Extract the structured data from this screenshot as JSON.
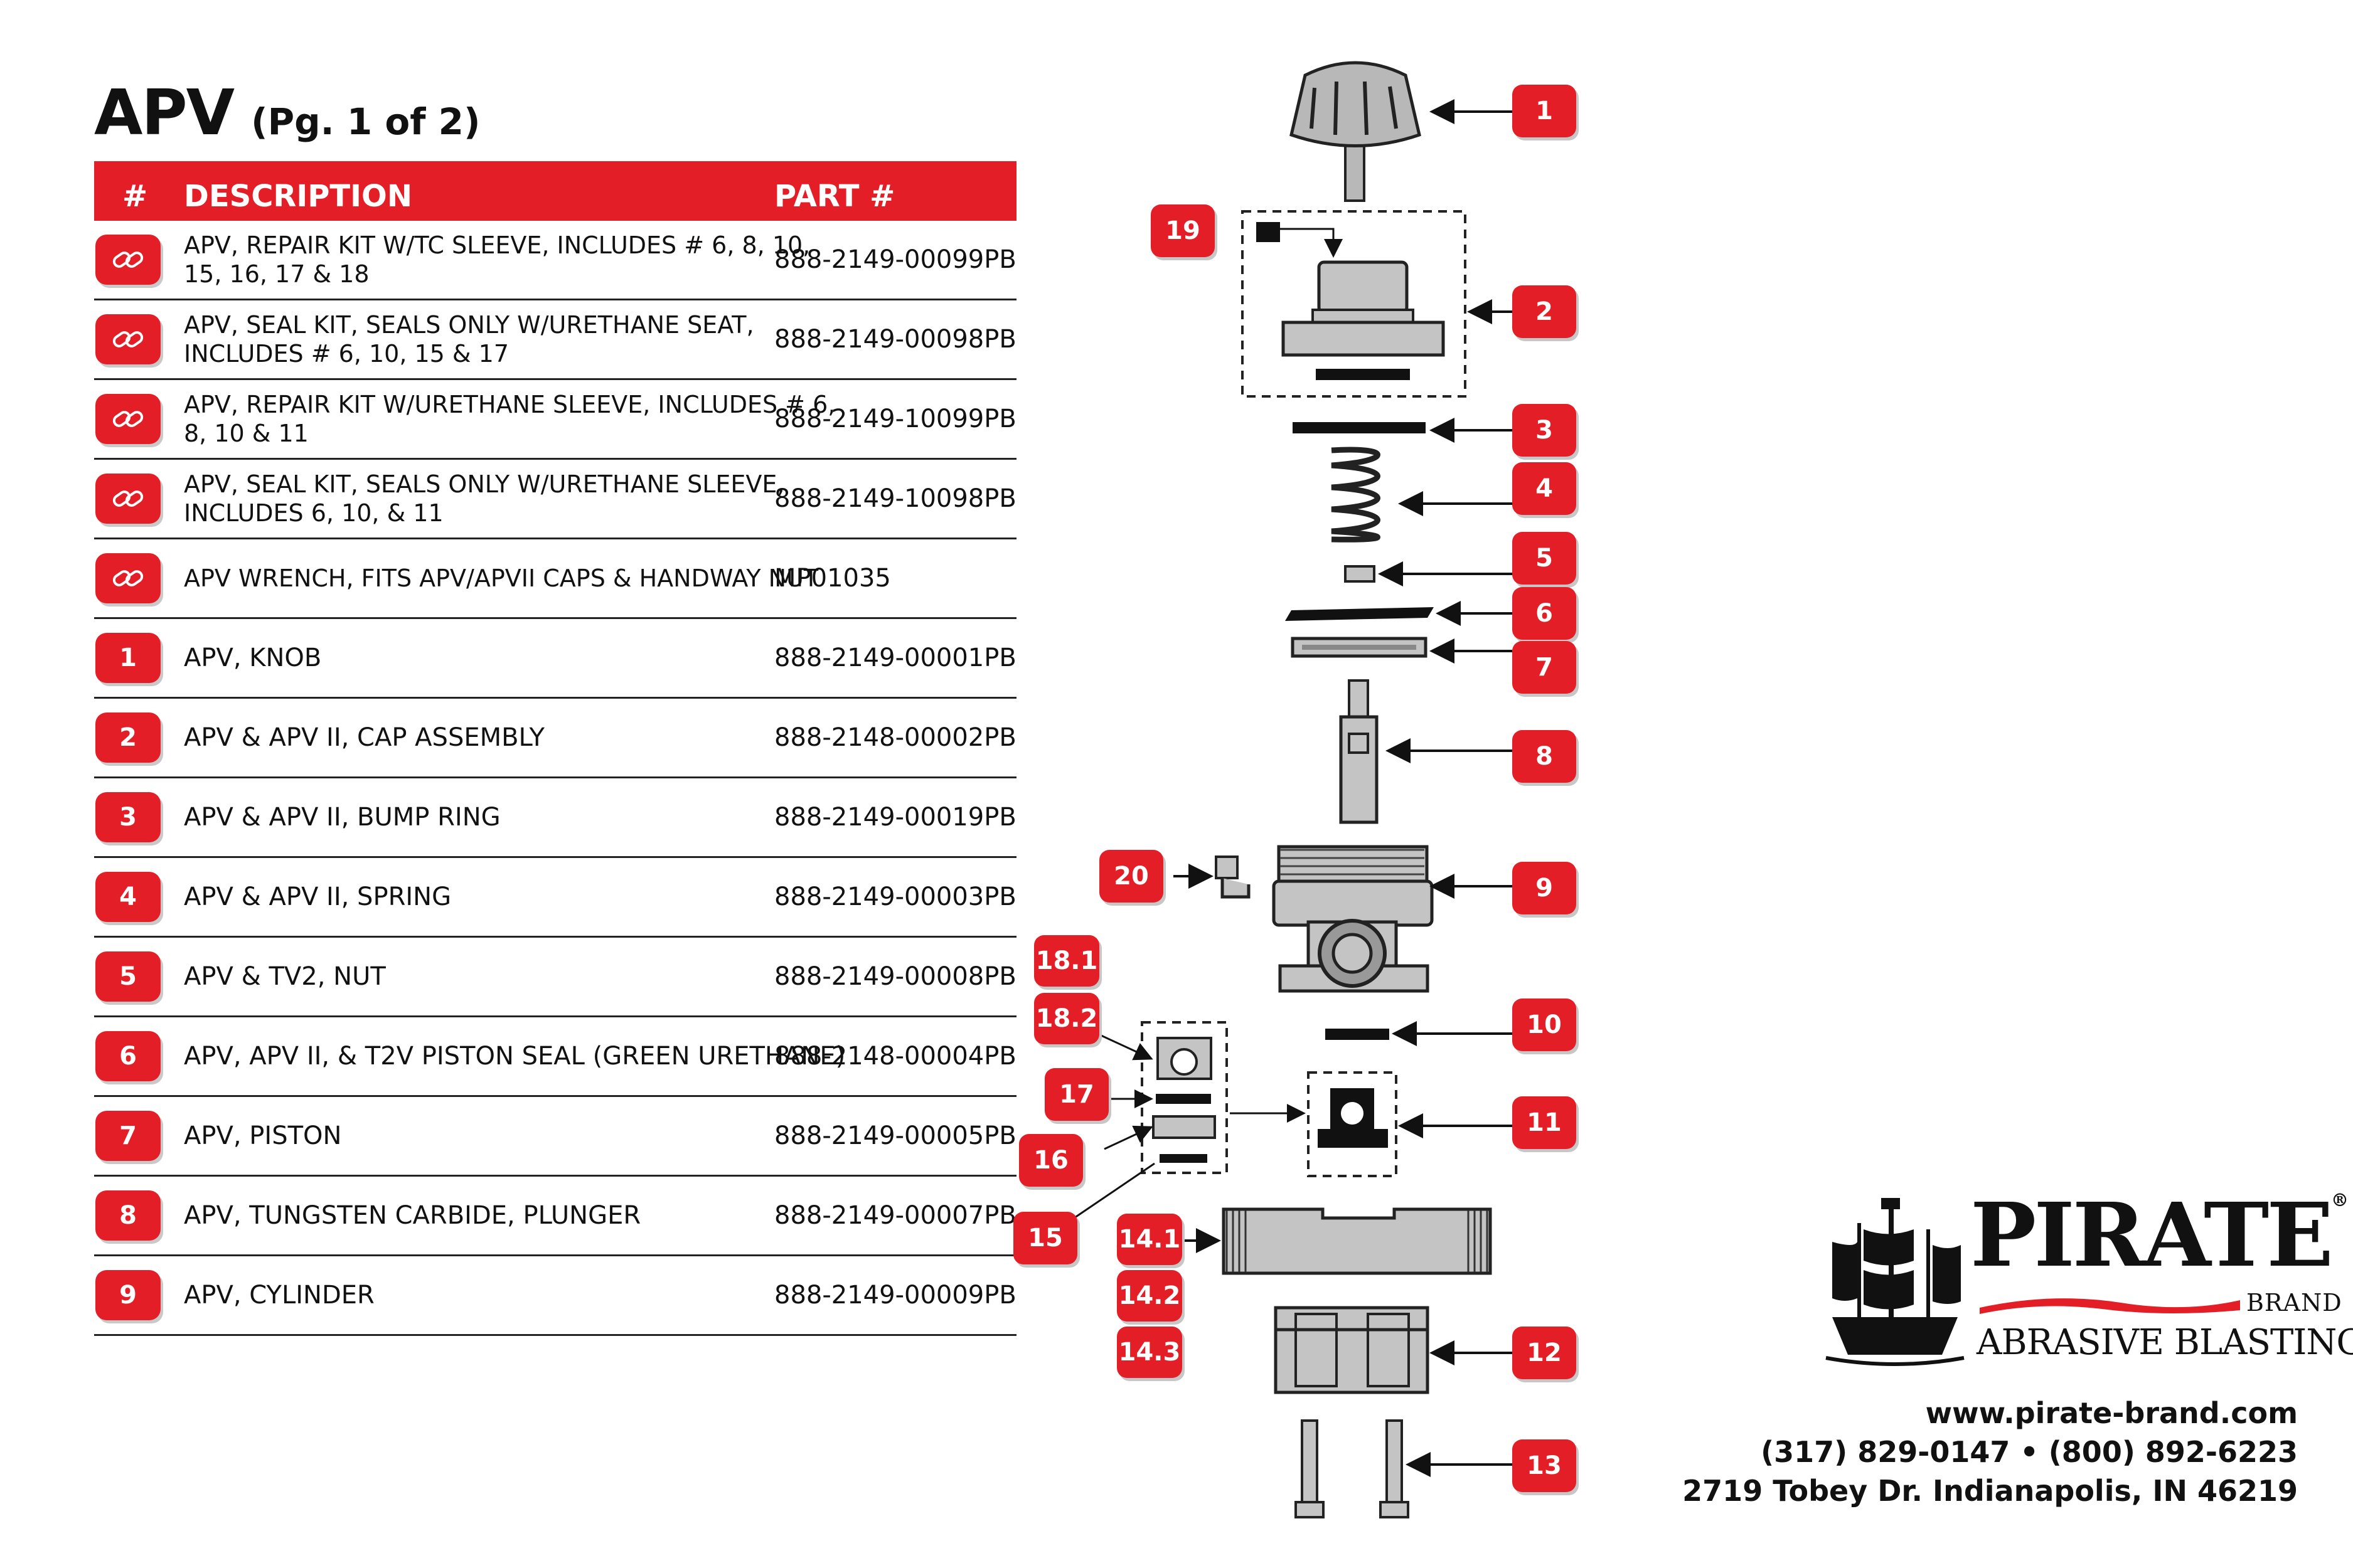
{
  "title": "APV",
  "subtitle": "(Pg. 1 of 2)",
  "table": {
    "headers": {
      "num": "#",
      "description": "DESCRIPTION",
      "part": "PART #"
    },
    "rows": [
      {
        "badge": "",
        "icon": "link-icon",
        "description": "APV, REPAIR KIT W/TC SLEEVE, INCLUDES # 6, 8, 10, 15, 16, 17 & 18",
        "part": "888-2149-00099PB"
      },
      {
        "badge": "",
        "icon": "link-icon",
        "description": "APV, SEAL KIT, SEALS ONLY W/URETHANE SEAT, INCLUDES # 6, 10, 15 & 17",
        "part": "888-2149-00098PB"
      },
      {
        "badge": "",
        "icon": "link-icon",
        "description": "APV, REPAIR KIT W/URETHANE SLEEVE, INCLUDES # 6, 8, 10 & 11",
        "part": "888-2149-10099PB"
      },
      {
        "badge": "",
        "icon": "link-icon",
        "description": "APV, SEAL KIT, SEALS ONLY W/URETHANE SLEEVE, INCLUDES 6, 10, & 11",
        "part": "888-2149-10098PB"
      },
      {
        "badge": "",
        "icon": "link-icon",
        "description": "APV WRENCH, FITS APV/APVII CAPS & HANDWAY NUT",
        "part": "MP01035"
      },
      {
        "badge": "1",
        "description": "APV, KNOB",
        "part": "888-2149-00001PB"
      },
      {
        "badge": "2",
        "description": "APV & APV II, CAP ASSEMBLY",
        "part": "888-2148-00002PB"
      },
      {
        "badge": "3",
        "description": "APV & APV II, BUMP RING",
        "part": "888-2149-00019PB"
      },
      {
        "badge": "4",
        "description": "APV & APV II, SPRING",
        "part": "888-2149-00003PB"
      },
      {
        "badge": "5",
        "description": "APV & TV2, NUT",
        "part": "888-2149-00008PB"
      },
      {
        "badge": "6",
        "description": "APV, APV II, & T2V PISTON SEAL (GREEN URETHANE)",
        "part": "888-2148-00004PB"
      },
      {
        "badge": "7",
        "description": "APV, PISTON",
        "part": "888-2149-00005PB"
      },
      {
        "badge": "8",
        "description": "APV, TUNGSTEN CARBIDE, PLUNGER",
        "part": "888-2149-00007PB"
      },
      {
        "badge": "9",
        "description": "APV, CYLINDER",
        "part": "888-2149-00009PB"
      }
    ]
  },
  "callouts": {
    "c1": "1",
    "c2": "2",
    "c3": "3",
    "c4": "4",
    "c5": "5",
    "c6": "6",
    "c7": "7",
    "c8": "8",
    "c9": "9",
    "c10": "10",
    "c11": "11",
    "c12": "12",
    "c13": "13",
    "c14_1": "14.1",
    "c14_2": "14.2",
    "c14_3": "14.3",
    "c15": "15",
    "c16": "16",
    "c17": "17",
    "c18_1": "18.1",
    "c18_2": "18.2",
    "c19": "19",
    "c20": "20"
  },
  "brand": {
    "name": "PIRATE",
    "registered": "®",
    "small": "BRAND",
    "tagline": "ABRASIVE BLASTING"
  },
  "contact": {
    "website": "www.pirate-brand.com",
    "phones": "(317) 829-0147 • (800) 892-6223",
    "address": "2719 Tobey Dr. Indianapolis, IN 46219"
  },
  "colors": {
    "accent": "#e31e26",
    "part_fill": "#c4c4c4",
    "text": "#111111"
  }
}
